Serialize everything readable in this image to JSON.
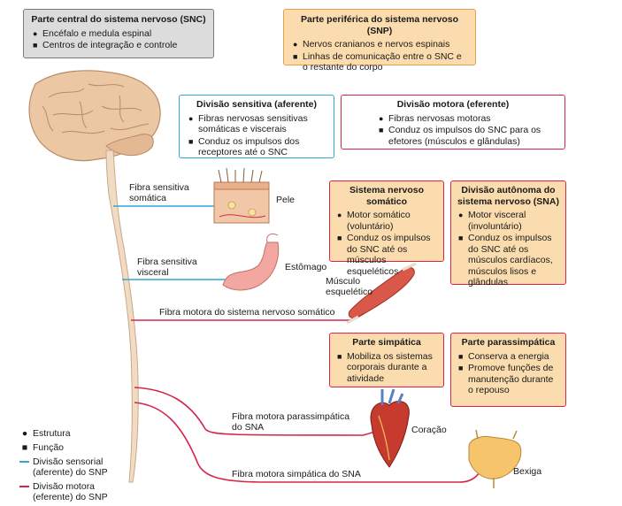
{
  "snc": {
    "title": "Parte central do sistema nervoso (SNC)",
    "items": [
      {
        "marker": "●",
        "text": "Encéfalo e medula espinal"
      },
      {
        "marker": "■",
        "text": "Centros de integração e controle"
      }
    ]
  },
  "snp": {
    "title": "Parte periférica do sistema nervoso (SNP)",
    "items": [
      {
        "marker": "●",
        "text": "Nervos cranianos e nervos espinais"
      },
      {
        "marker": "■",
        "text": "Linhas de comunicação entre o SNC e o restante do corpo"
      }
    ]
  },
  "sensitiva": {
    "title": "Divisão sensitiva (aferente)",
    "items": [
      {
        "marker": "●",
        "text": "Fibras nervosas sensitivas somáticas e viscerais"
      },
      {
        "marker": "■",
        "text": "Conduz os impulsos dos receptores até o SNC"
      }
    ]
  },
  "motora": {
    "title": "Divisão motora (eferente)",
    "items": [
      {
        "marker": "●",
        "text": "Fibras nervosas motoras"
      },
      {
        "marker": "■",
        "text": "Conduz os impulsos do SNC para os efetores (músculos e glândulas)"
      }
    ]
  },
  "somatico": {
    "title": "Sistema nervoso somático",
    "items": [
      {
        "marker": "●",
        "text": "Motor somático (voluntário)"
      },
      {
        "marker": "■",
        "text": "Conduz os impulsos do SNC até os músculos esqueléticos"
      }
    ]
  },
  "autonoma": {
    "title": "Divisão autônoma do sistema nervoso (SNA)",
    "items": [
      {
        "marker": "●",
        "text": "Motor visceral (involuntário)"
      },
      {
        "marker": "■",
        "text": "Conduz os impulsos do SNC até os músculos cardíacos, músculos lisos e glândulas"
      }
    ]
  },
  "simpatica": {
    "title": "Parte simpática",
    "items": [
      {
        "marker": "■",
        "text": "Mobiliza os sistemas corporais durante a atividade"
      }
    ]
  },
  "parassimpatica": {
    "title": "Parte parassimpática",
    "items": [
      {
        "marker": "■",
        "text": "Conserva a energia"
      },
      {
        "marker": "■",
        "text": "Promove funções de manutenção durante o repouso"
      }
    ]
  },
  "labels": {
    "fibra_somatica": "Fibra sensitiva somática",
    "pele": "Pele",
    "fibra_visceral": "Fibra sensitiva visceral",
    "estomago": "Estômago",
    "musculo": "Músculo esquelético",
    "fibra_motora_somatico": "Fibra motora do sistema nervoso somático",
    "fibra_parassimpatica": "Fibra motora parassimpática do SNA",
    "coracao": "Coração",
    "fibra_simpatica": "Fibra motora simpática do SNA",
    "bexiga": "Bexiga"
  },
  "legend": [
    {
      "kind": "symbol",
      "symbol": "●",
      "text": "Estrutura"
    },
    {
      "kind": "symbol",
      "symbol": "■",
      "text": "Função"
    },
    {
      "kind": "line",
      "color": "#2fa8d6",
      "text": "Divisão sensorial (aferente) do SNP"
    },
    {
      "kind": "line",
      "color": "#d6264b",
      "text": "Divisão motora (eferente) do SNP"
    }
  ],
  "colors": {
    "afferent": "#2fa8d6",
    "efferent": "#d6264b",
    "box_fill": "#fbdcae",
    "snc_fill": "#dcdcdc"
  }
}
